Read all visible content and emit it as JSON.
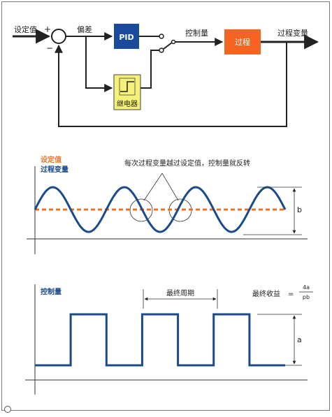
{
  "block_diagram": {
    "setpoint_label": "设定值",
    "plus_sign": "+",
    "minus_sign": "−",
    "error_label": "偏差",
    "pid_label": "PID",
    "relay_label": "继电器",
    "control_output_label": "控制量",
    "process_label": "过程",
    "process_variable_label": "过程变量"
  },
  "oscillation_chart": {
    "legend_setpoint": "设定值",
    "legend_process_variable": "过程变量",
    "annotation": "每次过程变量越过设定值，控制量就反转",
    "amplitude_label": "b"
  },
  "relay_chart": {
    "series_label": "控制量",
    "period_label": "最终周期",
    "ultimate_gain_label": "最终收益",
    "equals": "=",
    "formula_numerator": "4a",
    "formula_denominator": "pb",
    "amplitude_label": "a"
  },
  "colors": {
    "pid_block": "#1a4a9c",
    "process_block": "#f26522",
    "relay_block": "#f5f07a",
    "process_variable_line": "#1a4a8c",
    "setpoint_line": "#e8742a",
    "control_label_blue": "#1a4a8c",
    "setpoint_label_orange": "#e8742a"
  },
  "chart_data": [
    {
      "type": "line",
      "title": "",
      "series": [
        {
          "name": "设定值",
          "x": [
            0,
            1
          ],
          "y": [
            0,
            0
          ]
        },
        {
          "name": "过程变量",
          "x": [
            0,
            0.5,
            1,
            1.5,
            2,
            2.5,
            3,
            3.5
          ],
          "y": [
            0,
            1,
            0,
            -1,
            0,
            1,
            0,
            -1
          ]
        }
      ]
    },
    {
      "type": "line",
      "title": "",
      "series": [
        {
          "name": "控制量",
          "x": [
            0,
            1,
            1,
            2,
            2,
            3,
            3,
            4,
            4,
            5,
            5,
            6,
            6,
            7
          ],
          "y": [
            -1,
            -1,
            1,
            1,
            -1,
            -1,
            1,
            1,
            -1,
            -1,
            1,
            1,
            -1,
            -1
          ]
        }
      ]
    }
  ]
}
